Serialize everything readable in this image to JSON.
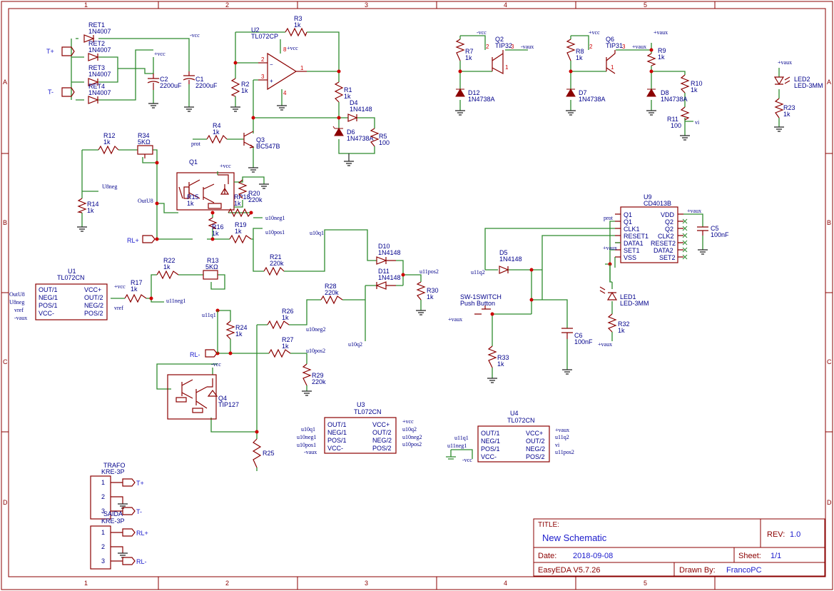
{
  "border": {
    "columns": [
      "1",
      "2",
      "3",
      "4",
      "5"
    ],
    "rows": [
      "A",
      "B",
      "C",
      "D"
    ]
  },
  "title_block": {
    "title_label": "TITLE:",
    "title": "New Schematic",
    "rev_label": "REV:",
    "rev": "1.0",
    "date_label": "Date:",
    "date": "2018-09-08",
    "sheet_label": "Sheet:",
    "sheet": "1/1",
    "tool": "EasyEDA V5.7.26",
    "drawn_label": "Drawn By:",
    "drawn_by": "FrancoPC"
  },
  "colors": {
    "wire": "#2e8b2e",
    "component": "#8b0000",
    "label": "#00008b",
    "pin_red": "#cc0000",
    "net_blue": "#1a1acc",
    "junction": "#cc0000"
  },
  "designators": {
    "RET1": "RET1",
    "RET2": "RET2",
    "RET3": "RET3",
    "RET4": "RET4",
    "C1": "C1",
    "C2": "C2",
    "R1": "R1",
    "R2": "R2",
    "R3": "R3",
    "R4": "R4",
    "R5": "R5",
    "R7": "R7",
    "R8": "R8",
    "R9": "R9",
    "R10": "R10",
    "R11": "R11",
    "R12": "R12",
    "R13": "R13",
    "R14": "R14",
    "R15": "R15",
    "R16": "R16",
    "R17": "R17",
    "R18": "RP18",
    "R19": "R19",
    "R20": "R20",
    "R21": "R21",
    "R22": "R22",
    "R23": "R23",
    "R24": "R24",
    "R25": "R25",
    "R26": "R26",
    "R27": "R27",
    "R28": "R28",
    "R29": "R29",
    "R30": "R30",
    "R32": "R32",
    "R33": "R33",
    "R34": "R34",
    "C5": "C5",
    "C6": "C6",
    "D4": "D4",
    "D5": "D5",
    "D6": "D6",
    "D7": "D7",
    "D8": "D8",
    "D10": "D10",
    "D11": "D11",
    "D12": "D12",
    "Q1": "Q1",
    "Q2": "Q2",
    "Q3": "Q3",
    "Q4": "Q4",
    "Q6": "Q6",
    "U1": "U1",
    "U2": "U2",
    "U3": "U3",
    "U4": "U4",
    "U9": "U9",
    "LED1": "LED1",
    "LED2": "LED2",
    "SW": "SW-1SWITCH",
    "TRAFO": "TRAFO",
    "SAIDA": "SAIDA"
  },
  "values": {
    "diode": "1N4007",
    "cap_big": "2200uF",
    "r1k": "1k",
    "r100": "100",
    "r220k": "220k",
    "pot": "5KΩ",
    "d4148": "1N4148",
    "zener": "1N4738A",
    "q3": "BC547B",
    "q2": "TIP32",
    "q6": "TIP31",
    "q4": "TIP127",
    "opamp": "TL072CN",
    "opamp2": "TL072CP",
    "ff": "CD4013B",
    "c100n": "100nF",
    "led": "LED-3MM",
    "sw": "Push Button",
    "conn": "KRE-3P"
  },
  "nets": {
    "tplus": "T+",
    "tminus": "T-",
    "vcc": "+vcc",
    "nvcc": "-vcc",
    "vaux": "+vaux",
    "nvaux": "-vaux",
    "rlplus": "RL+",
    "rlminus": "RL-",
    "prot": "prot",
    "u8neg": "U8neg",
    "outu8": "OutU8",
    "vref": "vref",
    "u11neg1": "u11neg1",
    "u11q1": "u11q1",
    "u10neg1": "u10neg1",
    "u10pos1": "u10pos1",
    "u10q1": "u10q1",
    "u10neg2": "u10neg2",
    "u10pos2": "u10pos2",
    "u10q2": "u10q2",
    "u11pos2": "u11pos2",
    "u11q2": "u11q2",
    "vi": "vi"
  },
  "opamp_pins": {
    "out1": "OUT/1",
    "neg1": "NEG/1",
    "pos1": "POS/1",
    "vccm": "VCC-",
    "vccp": "VCC+",
    "out2": "OUT/2",
    "neg2": "NEG/2",
    "pos2": "POS/2"
  },
  "ff_pins": {
    "q1": "Q1",
    "q1n": "Q1",
    "clk1": "CLK1",
    "reset1": "RESET1",
    "data1": "DATA1",
    "set1": "SET1",
    "vss": "VSS",
    "vdd": "VDD",
    "q2": "Q2",
    "q2n": "Q2",
    "clk2": "CLK2",
    "reset2": "RESET2",
    "data2": "DATA2",
    "set2": "SET2"
  }
}
